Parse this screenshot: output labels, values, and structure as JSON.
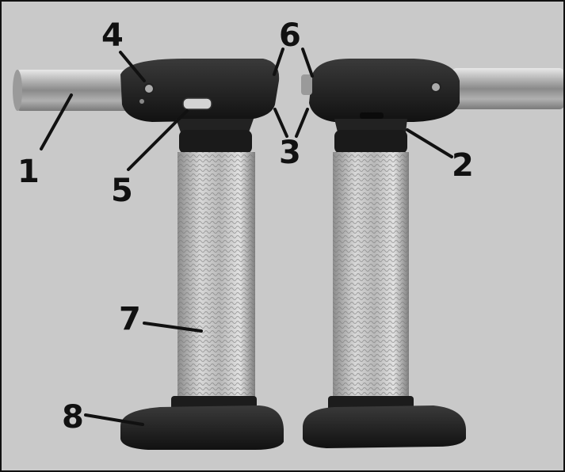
{
  "figure": {
    "background": "#c9c9c9",
    "callouts": {
      "c1": "1",
      "c2": "2",
      "c3": "3",
      "c4": "4",
      "c5": "5",
      "c6": "6",
      "c7": "7",
      "c8": "8"
    }
  }
}
